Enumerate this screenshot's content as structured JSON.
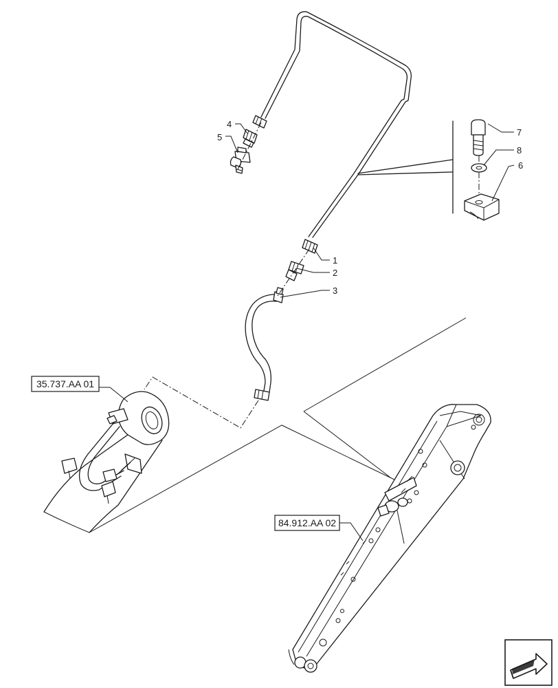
{
  "callouts": [
    "1",
    "2",
    "3",
    "4",
    "5",
    "6",
    "7",
    "8"
  ],
  "references": {
    "cylinder_ref": "35.737.AA 01",
    "arm_ref": "84.912.AA 02"
  },
  "icons": {
    "corner_nav": "arrow-icon"
  }
}
